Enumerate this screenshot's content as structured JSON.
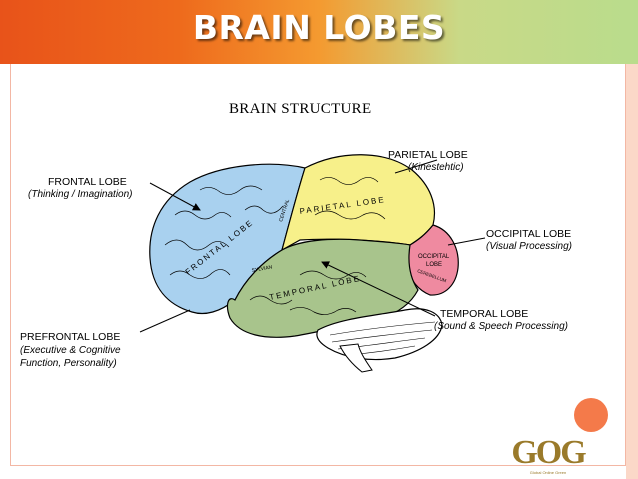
{
  "slide": {
    "title": "BRAIN LOBES",
    "diagram_title": "BRAIN STRUCTURE"
  },
  "labels": {
    "frontal": {
      "name": "FRONTAL LOBE",
      "desc": "(Thinking / Imagination)"
    },
    "parietal": {
      "name": "PARIETAL LOBE",
      "desc": "(Kinestehtic)"
    },
    "occipital": {
      "name": "OCCIPITAL LOBE",
      "desc": "(Visual Processing)"
    },
    "temporal": {
      "name": "TEMPORAL LOBE",
      "desc": "(Sound & Speech Processing)"
    },
    "prefrontal": {
      "name": "PREFRONTAL LOBE",
      "desc_line1": "(Executive & Cognitive",
      "desc_line2": "Function, Personality)"
    }
  },
  "in_brain_labels": {
    "frontal": "FRONTAL LOBE",
    "parietal": "PARIETAL LOBE",
    "temporal": "TEMPORAL LOBE",
    "occipital_line1": "OCCIPITAL",
    "occipital_line2": "LOBE",
    "central": "CENTRAL",
    "sylvian": "SYLVIAN",
    "cerebellum": "CEREBELLUM"
  },
  "logo": {
    "text": "GOG",
    "tagline": "Global Online Green"
  },
  "colors": {
    "header_start": "#e8531a",
    "header_end": "#b9dc8c",
    "frontal": "#a9d1ef",
    "parietal": "#f7f08a",
    "temporal": "#a8c48c",
    "occipital": "#ef8aa0",
    "accent_circle": "#f47a4a"
  }
}
